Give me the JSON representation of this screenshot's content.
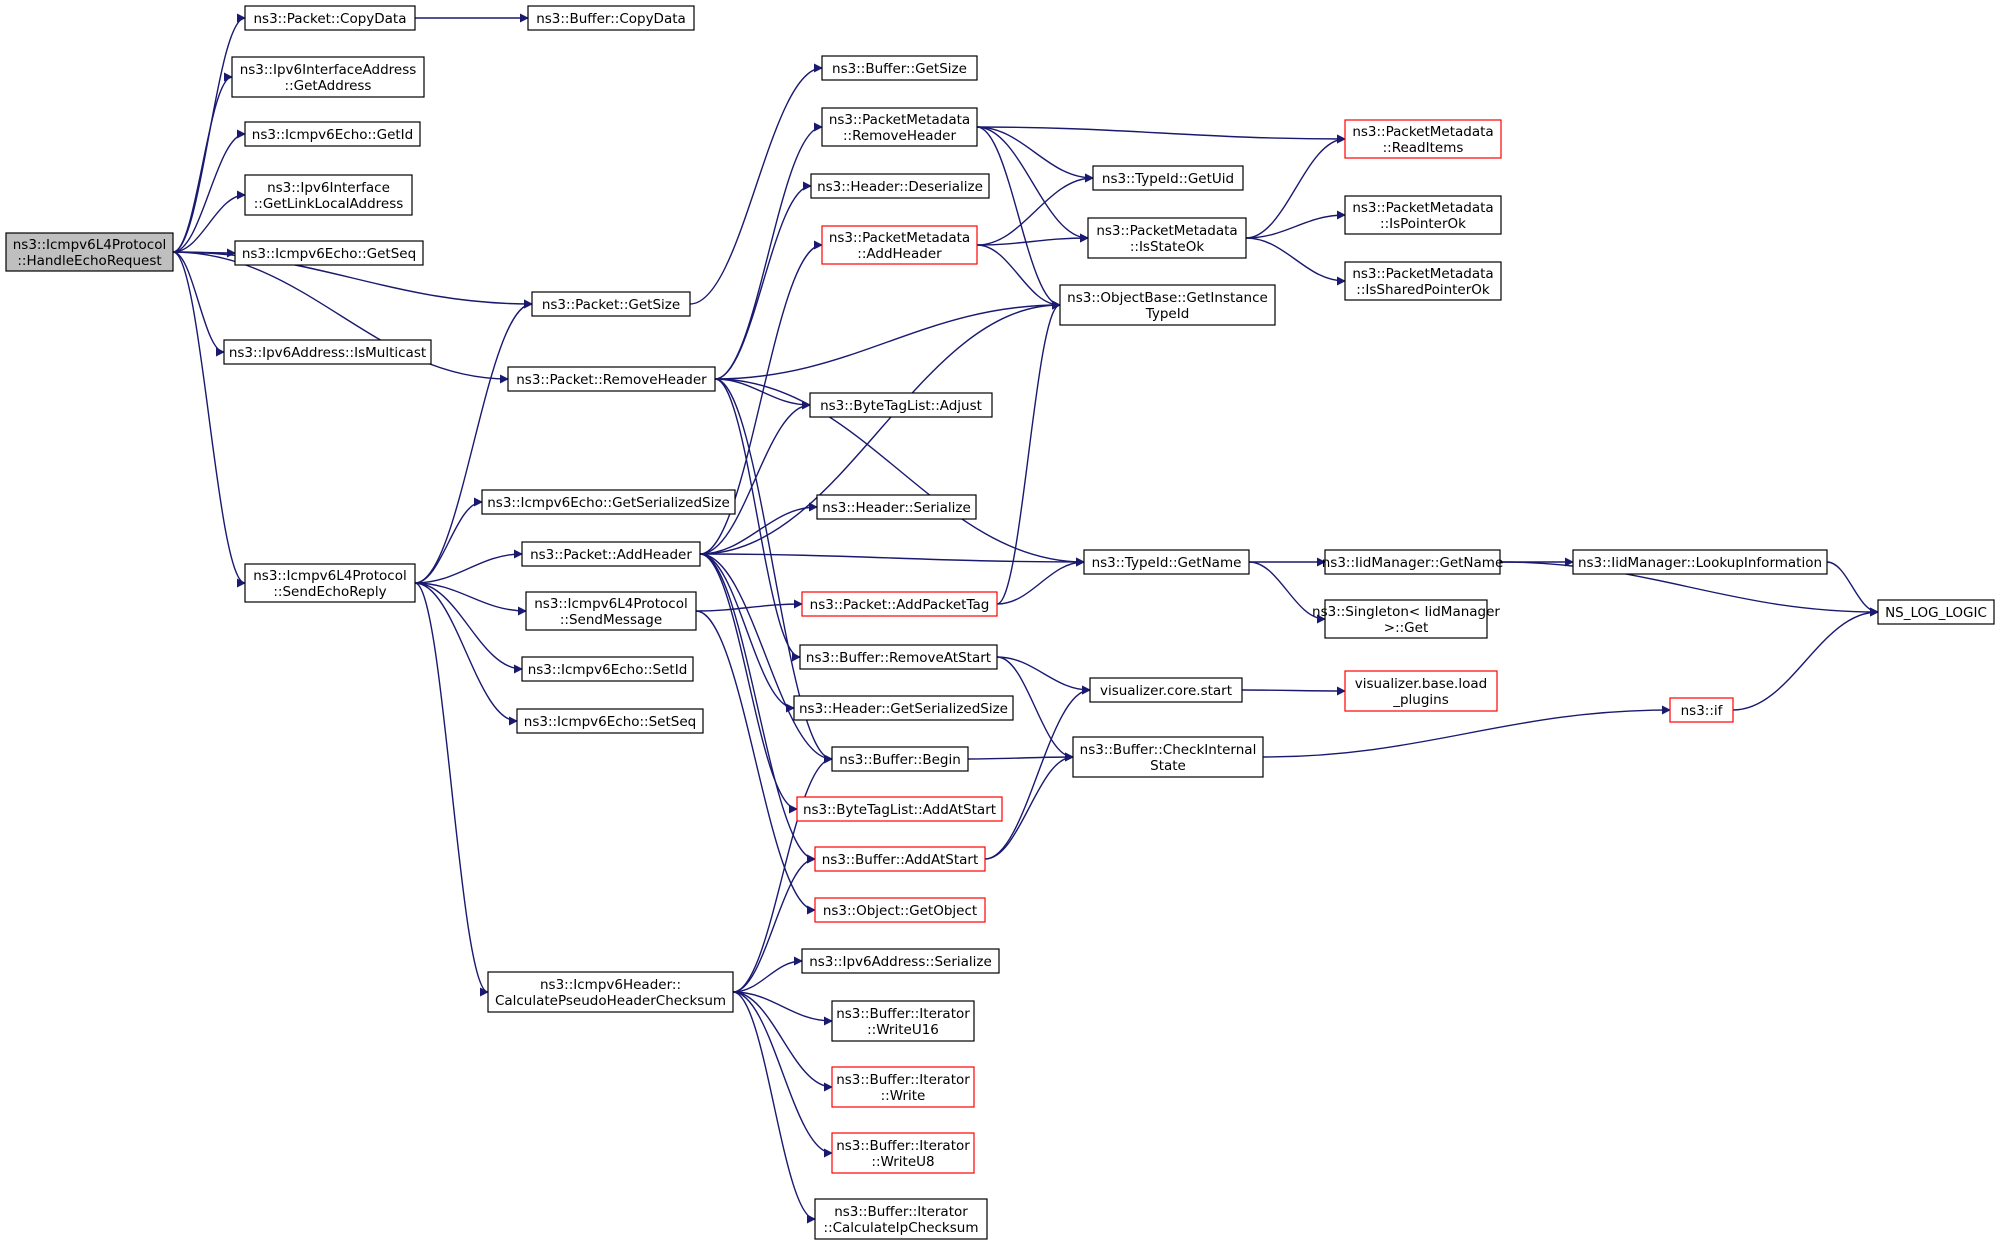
{
  "colors": {
    "edge": "#191970",
    "normal_border": "#000000",
    "red_border": "#ff0000",
    "root_fill": "#bfbfbf"
  },
  "nodes": {
    "handle_echo_request": {
      "lines": [
        "ns3::Icmpv6L4Protocol",
        "::HandleEchoRequest"
      ],
      "style": "root"
    },
    "packet_copy_data": {
      "lines": [
        "ns3::Packet::CopyData"
      ],
      "style": "normal"
    },
    "buffer_copy_data": {
      "lines": [
        "ns3::Buffer::CopyData"
      ],
      "style": "normal"
    },
    "ipv6_interface_address_get_address": {
      "lines": [
        "ns3::Ipv6InterfaceAddress",
        "::GetAddress"
      ],
      "style": "normal"
    },
    "icmpv6_echo_get_id": {
      "lines": [
        "ns3::Icmpv6Echo::GetId"
      ],
      "style": "normal"
    },
    "ipv6_interface_get_link_local_address": {
      "lines": [
        "ns3::Ipv6Interface",
        "::GetLinkLocalAddress"
      ],
      "style": "normal"
    },
    "icmpv6_echo_get_seq": {
      "lines": [
        "ns3::Icmpv6Echo::GetSeq"
      ],
      "style": "normal"
    },
    "packet_get_size": {
      "lines": [
        "ns3::Packet::GetSize"
      ],
      "style": "normal"
    },
    "ipv6_address_is_multicast": {
      "lines": [
        "ns3::Ipv6Address::IsMulticast"
      ],
      "style": "normal"
    },
    "packet_remove_header": {
      "lines": [
        "ns3::Packet::RemoveHeader"
      ],
      "style": "normal"
    },
    "icmpv6_echo_get_serialized_size": {
      "lines": [
        "ns3::Icmpv6Echo::GetSerializedSize"
      ],
      "style": "normal"
    },
    "send_echo_reply": {
      "lines": [
        "ns3::Icmpv6L4Protocol",
        "::SendEchoReply"
      ],
      "style": "normal"
    },
    "packet_add_header": {
      "lines": [
        "ns3::Packet::AddHeader"
      ],
      "style": "normal"
    },
    "send_message": {
      "lines": [
        "ns3::Icmpv6L4Protocol",
        "::SendMessage"
      ],
      "style": "normal"
    },
    "icmpv6_echo_set_id": {
      "lines": [
        "ns3::Icmpv6Echo::SetId"
      ],
      "style": "normal"
    },
    "icmpv6_echo_set_seq": {
      "lines": [
        "ns3::Icmpv6Echo::SetSeq"
      ],
      "style": "normal"
    },
    "calc_pseudo_header_checksum": {
      "lines": [
        "ns3::Icmpv6Header::",
        "CalculatePseudoHeaderChecksum"
      ],
      "style": "normal"
    },
    "buffer_get_size": {
      "lines": [
        "ns3::Buffer::GetSize"
      ],
      "style": "normal"
    },
    "packet_metadata_remove_header": {
      "lines": [
        "ns3::PacketMetadata",
        "::RemoveHeader"
      ],
      "style": "normal"
    },
    "header_deserialize": {
      "lines": [
        "ns3::Header::Deserialize"
      ],
      "style": "normal"
    },
    "packet_metadata_add_header": {
      "lines": [
        "ns3::PacketMetadata",
        "::AddHeader"
      ],
      "style": "red"
    },
    "byte_tag_list_adjust": {
      "lines": [
        "ns3::ByteTagList::Adjust"
      ],
      "style": "normal"
    },
    "header_serialize": {
      "lines": [
        "ns3::Header::Serialize"
      ],
      "style": "normal"
    },
    "packet_add_packet_tag": {
      "lines": [
        "ns3::Packet::AddPacketTag"
      ],
      "style": "red"
    },
    "buffer_remove_at_start": {
      "lines": [
        "ns3::Buffer::RemoveAtStart"
      ],
      "style": "normal"
    },
    "header_get_serialized_size": {
      "lines": [
        "ns3::Header::GetSerializedSize"
      ],
      "style": "normal"
    },
    "buffer_begin": {
      "lines": [
        "ns3::Buffer::Begin"
      ],
      "style": "normal"
    },
    "byte_tag_list_add_at_start": {
      "lines": [
        "ns3::ByteTagList::AddAtStart"
      ],
      "style": "red"
    },
    "buffer_add_at_start": {
      "lines": [
        "ns3::Buffer::AddAtStart"
      ],
      "style": "red"
    },
    "object_get_object": {
      "lines": [
        "ns3::Object::GetObject"
      ],
      "style": "red"
    },
    "ipv6_address_serialize": {
      "lines": [
        "ns3::Ipv6Address::Serialize"
      ],
      "style": "normal"
    },
    "iterator_write_u16": {
      "lines": [
        "ns3::Buffer::Iterator",
        "::WriteU16"
      ],
      "style": "normal"
    },
    "iterator_write": {
      "lines": [
        "ns3::Buffer::Iterator",
        "::Write"
      ],
      "style": "red"
    },
    "iterator_write_u8": {
      "lines": [
        "ns3::Buffer::Iterator",
        "::WriteU8"
      ],
      "style": "red"
    },
    "iterator_calculate_ip_checksum": {
      "lines": [
        "ns3::Buffer::Iterator",
        "::CalculateIpChecksum"
      ],
      "style": "normal"
    },
    "typeid_get_uid": {
      "lines": [
        "ns3::TypeId::GetUid"
      ],
      "style": "normal"
    },
    "packet_metadata_is_state_ok": {
      "lines": [
        "ns3::PacketMetadata",
        "::IsStateOk"
      ],
      "style": "normal"
    },
    "object_base_get_instance_typeid": {
      "lines": [
        "ns3::ObjectBase::GetInstance",
        "TypeId"
      ],
      "style": "normal"
    },
    "typeid_get_name": {
      "lines": [
        "ns3::TypeId::GetName"
      ],
      "style": "normal"
    },
    "visualizer_core_start": {
      "lines": [
        "visualizer.core.start"
      ],
      "style": "normal"
    },
    "buffer_check_internal_state": {
      "lines": [
        "ns3::Buffer::CheckInternal",
        "State"
      ],
      "style": "normal"
    },
    "packet_metadata_read_items": {
      "lines": [
        "ns3::PacketMetadata",
        "::ReadItems"
      ],
      "style": "red"
    },
    "packet_metadata_is_pointer_ok": {
      "lines": [
        "ns3::PacketMetadata",
        "::IsPointerOk"
      ],
      "style": "normal"
    },
    "packet_metadata_is_shared_pointer_ok": {
      "lines": [
        "ns3::PacketMetadata",
        "::IsSharedPointerOk"
      ],
      "style": "normal"
    },
    "iid_manager_get_name": {
      "lines": [
        "ns3::IidManager::GetName"
      ],
      "style": "normal"
    },
    "singleton_iid_manager_get": {
      "lines": [
        "ns3::Singleton< IidManager",
        ">::Get"
      ],
      "style": "normal"
    },
    "visualizer_base_load_plugins": {
      "lines": [
        "visualizer.base.load",
        "_plugins"
      ],
      "style": "red"
    },
    "ns3_if": {
      "lines": [
        "ns3::if"
      ],
      "style": "red"
    },
    "iid_manager_lookup_information": {
      "lines": [
        "ns3::IidManager::LookupInformation"
      ],
      "style": "normal"
    },
    "ns_log_logic": {
      "lines": [
        "NS_LOG_LOGIC"
      ],
      "style": "normal"
    }
  },
  "edges": [
    [
      "handle_echo_request",
      "packet_copy_data"
    ],
    [
      "handle_echo_request",
      "ipv6_interface_address_get_address"
    ],
    [
      "handle_echo_request",
      "icmpv6_echo_get_id"
    ],
    [
      "handle_echo_request",
      "ipv6_interface_get_link_local_address"
    ],
    [
      "handle_echo_request",
      "icmpv6_echo_get_seq"
    ],
    [
      "handle_echo_request",
      "packet_get_size"
    ],
    [
      "handle_echo_request",
      "ipv6_address_is_multicast"
    ],
    [
      "handle_echo_request",
      "packet_remove_header"
    ],
    [
      "handle_echo_request",
      "send_echo_reply"
    ],
    [
      "packet_copy_data",
      "buffer_copy_data"
    ],
    [
      "packet_get_size",
      "buffer_get_size"
    ],
    [
      "packet_remove_header",
      "packet_metadata_remove_header"
    ],
    [
      "packet_remove_header",
      "header_deserialize"
    ],
    [
      "packet_remove_header",
      "byte_tag_list_adjust"
    ],
    [
      "packet_remove_header",
      "object_base_get_instance_typeid"
    ],
    [
      "packet_remove_header",
      "typeid_get_name"
    ],
    [
      "packet_remove_header",
      "buffer_remove_at_start"
    ],
    [
      "packet_remove_header",
      "buffer_begin"
    ],
    [
      "send_echo_reply",
      "packet_get_size"
    ],
    [
      "send_echo_reply",
      "icmpv6_echo_get_serialized_size"
    ],
    [
      "send_echo_reply",
      "packet_add_header"
    ],
    [
      "send_echo_reply",
      "send_message"
    ],
    [
      "send_echo_reply",
      "icmpv6_echo_set_id"
    ],
    [
      "send_echo_reply",
      "icmpv6_echo_set_seq"
    ],
    [
      "send_echo_reply",
      "calc_pseudo_header_checksum"
    ],
    [
      "packet_add_header",
      "packet_metadata_add_header"
    ],
    [
      "packet_add_header",
      "byte_tag_list_adjust"
    ],
    [
      "packet_add_header",
      "header_serialize"
    ],
    [
      "packet_add_header",
      "typeid_get_name"
    ],
    [
      "packet_add_header",
      "object_base_get_instance_typeid"
    ],
    [
      "packet_add_header",
      "header_get_serialized_size"
    ],
    [
      "packet_add_header",
      "buffer_begin"
    ],
    [
      "packet_add_header",
      "byte_tag_list_add_at_start"
    ],
    [
      "packet_add_header",
      "buffer_add_at_start"
    ],
    [
      "send_message",
      "packet_add_packet_tag"
    ],
    [
      "send_message",
      "object_get_object"
    ],
    [
      "calc_pseudo_header_checksum",
      "buffer_begin"
    ],
    [
      "calc_pseudo_header_checksum",
      "buffer_add_at_start"
    ],
    [
      "calc_pseudo_header_checksum",
      "ipv6_address_serialize"
    ],
    [
      "calc_pseudo_header_checksum",
      "iterator_write_u16"
    ],
    [
      "calc_pseudo_header_checksum",
      "iterator_write"
    ],
    [
      "calc_pseudo_header_checksum",
      "iterator_write_u8"
    ],
    [
      "calc_pseudo_header_checksum",
      "iterator_calculate_ip_checksum"
    ],
    [
      "packet_metadata_remove_header",
      "packet_metadata_read_items"
    ],
    [
      "packet_metadata_remove_header",
      "typeid_get_uid"
    ],
    [
      "packet_metadata_remove_header",
      "packet_metadata_is_state_ok"
    ],
    [
      "packet_metadata_remove_header",
      "object_base_get_instance_typeid"
    ],
    [
      "packet_metadata_add_header",
      "typeid_get_uid"
    ],
    [
      "packet_metadata_add_header",
      "packet_metadata_is_state_ok"
    ],
    [
      "packet_metadata_add_header",
      "object_base_get_instance_typeid"
    ],
    [
      "packet_add_packet_tag",
      "object_base_get_instance_typeid"
    ],
    [
      "packet_add_packet_tag",
      "typeid_get_name"
    ],
    [
      "buffer_remove_at_start",
      "visualizer_core_start"
    ],
    [
      "buffer_remove_at_start",
      "buffer_check_internal_state"
    ],
    [
      "buffer_begin",
      "buffer_check_internal_state"
    ],
    [
      "buffer_add_at_start",
      "visualizer_core_start"
    ],
    [
      "buffer_add_at_start",
      "buffer_check_internal_state"
    ],
    [
      "packet_metadata_is_state_ok",
      "packet_metadata_read_items"
    ],
    [
      "packet_metadata_is_state_ok",
      "packet_metadata_is_pointer_ok"
    ],
    [
      "packet_metadata_is_state_ok",
      "packet_metadata_is_shared_pointer_ok"
    ],
    [
      "typeid_get_name",
      "iid_manager_get_name"
    ],
    [
      "typeid_get_name",
      "singleton_iid_manager_get"
    ],
    [
      "visualizer_core_start",
      "visualizer_base_load_plugins"
    ],
    [
      "buffer_check_internal_state",
      "ns3_if"
    ],
    [
      "iid_manager_get_name",
      "iid_manager_lookup_information"
    ],
    [
      "iid_manager_get_name",
      "ns_log_logic"
    ],
    [
      "iid_manager_lookup_information",
      "ns_log_logic"
    ],
    [
      "ns3_if",
      "ns_log_logic"
    ]
  ]
}
